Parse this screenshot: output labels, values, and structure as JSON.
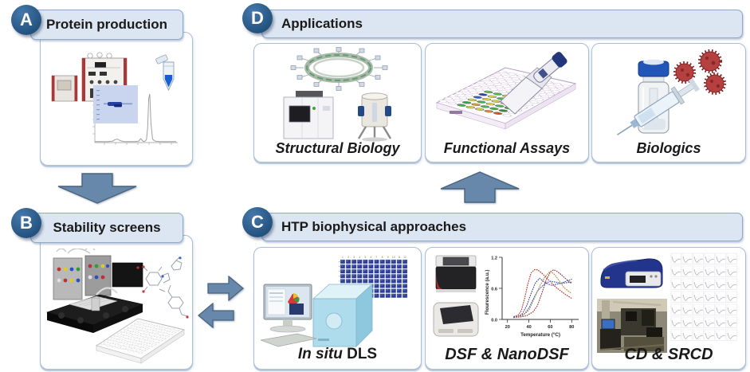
{
  "panels": {
    "a": {
      "badge": "A",
      "title": "Protein production"
    },
    "b": {
      "badge": "B",
      "title": "Stability screens"
    },
    "c": {
      "badge": "C",
      "title": "HTP biophysical approaches",
      "cards": [
        {
          "label_italic": "In situ",
          "label_rest": " DLS"
        },
        {
          "label": "DSF & NanoDSF"
        },
        {
          "label": "CD & SRCD"
        }
      ]
    },
    "d": {
      "badge": "D",
      "title": "Applications",
      "cards": [
        {
          "label": "Structural Biology"
        },
        {
          "label": "Functional Assays"
        },
        {
          "label": "Biologics"
        }
      ]
    }
  },
  "colors": {
    "badge": "#24527e",
    "header_fill": "#dce6f2",
    "header_border": "#8fa9c6",
    "card_border": "#a9bdd3",
    "arrow_fill": "#6787ab",
    "arrow_stroke": "#49647f",
    "accent_blue": "#2255b8",
    "virus_red": "#b54040",
    "dls_cell": "#2e3f93"
  },
  "chart_data": [
    {
      "id": "dsf_melt_curves",
      "type": "line",
      "ylabel": "Flourescence (a.u.)",
      "xlabel": "Temperature (°C)",
      "xtick_labels": [
        "20",
        "40",
        "60",
        "80"
      ],
      "ytick_labels": [
        "1.2",
        "0.6",
        "0.0"
      ],
      "xlim": [
        15,
        85
      ],
      "ylim": [
        -0.04,
        1.26
      ],
      "legend": "none",
      "series": [
        {
          "name": "melt-red",
          "color": "#c0392b",
          "dotted": true,
          "x": [
            26,
            30,
            33,
            36,
            39,
            42,
            45,
            48,
            52,
            56,
            60,
            65,
            70,
            75,
            80
          ],
          "y": [
            0.02,
            0.05,
            0.15,
            0.4,
            0.7,
            0.93,
            1.0,
            1.0,
            0.93,
            0.84,
            0.75,
            0.64,
            0.55,
            0.47,
            0.4
          ]
        },
        {
          "name": "melt-darkred",
          "color": "#a03040",
          "dotted": true,
          "x": [
            26,
            32,
            38,
            44,
            48,
            52,
            56,
            60,
            63,
            66,
            70,
            75,
            80
          ],
          "y": [
            0.0,
            0.01,
            0.04,
            0.12,
            0.25,
            0.5,
            0.78,
            0.95,
            1.0,
            0.97,
            0.9,
            0.8,
            0.71
          ]
        },
        {
          "name": "melt-blue",
          "color": "#3a5fcd",
          "dotted": true,
          "x": [
            26,
            32,
            36,
            40,
            44,
            48,
            52,
            56,
            60,
            65,
            70,
            75,
            80
          ],
          "y": [
            0.0,
            0.03,
            0.08,
            0.2,
            0.38,
            0.55,
            0.65,
            0.72,
            0.76,
            0.74,
            0.72,
            0.76,
            0.8
          ]
        },
        {
          "name": "melt-navy",
          "color": "#4a4a8f",
          "dotted": true,
          "x": [
            26,
            30,
            34,
            38,
            42,
            46,
            50,
            54,
            58,
            62,
            66,
            72,
            80
          ],
          "y": [
            0.01,
            0.02,
            0.08,
            0.25,
            0.5,
            0.72,
            0.82,
            0.75,
            0.7,
            0.67,
            0.7,
            0.72,
            0.74
          ]
        },
        {
          "name": "melt-tan",
          "color": "#b08c3e",
          "dotted": true,
          "x": [
            28,
            34,
            40,
            45,
            50,
            55,
            60,
            64,
            68,
            73,
            80
          ],
          "y": [
            0.0,
            0.04,
            0.15,
            0.4,
            0.65,
            0.85,
            0.97,
            0.9,
            0.78,
            0.62,
            0.5
          ]
        }
      ]
    },
    {
      "id": "sec_chromatogram",
      "type": "line",
      "xlim": [
        0,
        100
      ],
      "ylim": [
        0,
        105
      ],
      "series": [
        {
          "name": "uv_trace",
          "color": "#a0a0a0",
          "dotted": false,
          "w": 1,
          "x": [
            0,
            8,
            16,
            22,
            25,
            28,
            31,
            36,
            44,
            50,
            54,
            56.5,
            58.5,
            60,
            62,
            63.5,
            65,
            66.3,
            67.5,
            69,
            71,
            74,
            79,
            86,
            100
          ],
          "y": [
            2,
            2,
            2,
            3,
            6,
            7,
            4,
            2,
            2,
            2,
            3,
            8,
            4,
            2,
            3,
            6,
            30,
            88,
            97,
            38,
            7,
            3,
            2,
            2,
            2
          ]
        }
      ]
    }
  ],
  "dls_grid": {
    "rows": 8,
    "cols": 12,
    "col_labels": [
      "1",
      "2",
      "3",
      "4",
      "5",
      "6",
      "7",
      "8",
      "9",
      "10",
      "11",
      "12"
    ]
  },
  "cd_grid": {
    "rows": 7,
    "cols": 6
  },
  "b_plate": {
    "rows": 8,
    "cols": 12
  },
  "assay_plate": {
    "rows": 8,
    "cols": 12,
    "block": {
      "r0": 2,
      "c0": 0,
      "colors": [
        [
          "#3fae49",
          "#35a93f",
          "#cfd63e",
          "#2b62c9",
          "#2546b8",
          "#57c057"
        ],
        [
          "#d8cb3a",
          "#df9c2c",
          "#43b04b",
          "#d8d23f",
          "#d8d23f",
          "#4db54d"
        ],
        [
          "#d3cf45",
          "#4db54d",
          "#ddd84a",
          "#cfcf42",
          "#44b544",
          "#d8d23f"
        ],
        [
          "#e0862b",
          "#3fae49",
          "#4db54d",
          "#cfd63e",
          "#3fae49",
          "#bfe08a"
        ],
        [
          "#d1571f",
          "#2e8f35",
          "#39a83e",
          "#41b04a",
          "#8fd08f",
          "#cfe89a"
        ]
      ]
    }
  }
}
